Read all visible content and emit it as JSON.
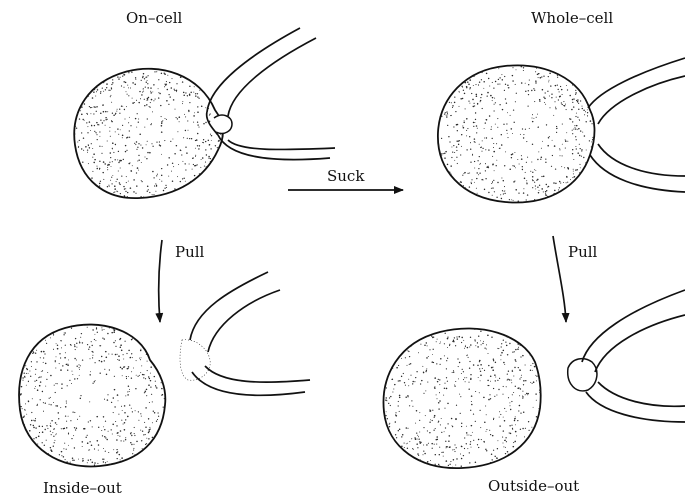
{
  "labels": {
    "on_cell": "On–cell",
    "whole_cell": "Whole–cell",
    "inside_out": "Inside–out",
    "outside_out": "Outside–out",
    "suck": "Suck",
    "pull_left": "Pull",
    "pull_right": "Pull"
  },
  "colors": {
    "ink": "#111111",
    "paper": "#ffffff",
    "stipple": "#2a2a2a"
  }
}
